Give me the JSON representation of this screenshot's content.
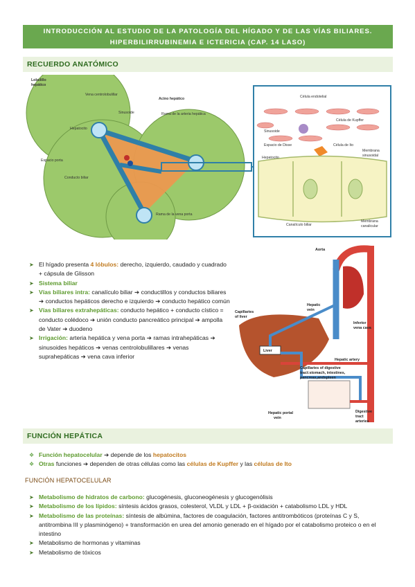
{
  "title": {
    "line1": "INTRODUCCIÓN AL ESTUDIO DE LA PATOLOGÍA DEL HÍGADO Y DE LAS VÍAS BILIARES.",
    "line2": "HIPERBILIRRUBINEMIA E ICTERICIA (CAP. 14 LASO)"
  },
  "section1": "RECUERDO ANATÓMICO",
  "fig1": {
    "lobulillo": "Lobulillo",
    "hepatico": "hepático",
    "vena_centro": "Vena centrolobulillar",
    "acino1": "Acino hepático",
    "acino2": "Rama de la arteria hepática",
    "sinusoide": "Sinusoide",
    "hepatocito": "Hepatocito",
    "espacio_porta": "Espacio porta",
    "conducto_biliar": "Conducto biliar",
    "rama_vena_porta": "Rama de la vena porta",
    "celula_endotelial": "Célula endotelial",
    "celula_kupffer": "Célula de Kupffer",
    "sinusoide2": "Sinusoide",
    "espacio_disse": "Espacio de Disse",
    "celula_ito": "Célula de Ito",
    "membrana1": "Membrana",
    "sinusoidal": "sinusoidal",
    "hepatocito2": "Hepatocito",
    "canaliculo": "Canalículo biliar",
    "membrana2": "Membrana",
    "canalicular": "canalicular"
  },
  "fig2": {
    "aorta": "Aorta",
    "hepatic_vein1": "Hepatic",
    "hepatic_vein2": "vein",
    "cap_liver1": "Capillaries",
    "cap_liver2": "of liver",
    "ivc1": "Inferior",
    "ivc2": "vena cava",
    "liver": "Liver",
    "hepatic_artery": "Hepatic artery",
    "cap_dig1": "Capillaries of digestive",
    "cap_dig2": "tract:stomach, intestines,",
    "cap_dig3": "pancreas,andspleen",
    "portal1": "Hepatic portal",
    "portal2": "vein",
    "dig1": "Digestive",
    "dig2": "tract",
    "dig3": "arteries"
  },
  "anat": [
    {
      "pre": "",
      "b": "",
      "t": "El hígado presenta "
    },
    {
      "b": "4 lóbulos:"
    }
  ],
  "anat_items": {
    "i1a": "El hígado presenta ",
    "i1b": "4 lóbulos:",
    "i1c": " derecho, izquierdo, caudado y cuadrado + cápsula de Glisson",
    "i2": "Sistema biliar",
    "i3a": "Vías biliares intra:",
    "i3b": " canalículo biliar ➔ conductillos y conductos biliares ➔ conductos hepáticos derecho e izquierdo ➔ conducto hepático común",
    "i4a": "Vías biliares extrahepáticas:",
    "i4b": " conducto hepático + conducto cístico = conducto colédoco ➔ unión conducto pancreático principal ➔ ampolla de Vater ➔ duodeno",
    "i5a": "Irrigación:",
    "i5b": " arteria hepática y vena porta ➔ ramas intrahepáticas ➔ sinusoides hepáticos ➔ venas centrolobulillares ➔ venas suprahepáticas ➔ vena cava inferior"
  },
  "section2": "FUNCIÓN HEPÁTICA",
  "func": {
    "f1a": "Función hepatocelular",
    "f1b": " ➔ depende de los ",
    "f1c": "hepatocitos",
    "f2a": "Otras",
    "f2b": " funciones ➔ dependen de otras células como las ",
    "f2c": "células de Kupffer",
    "f2d": " y las ",
    "f2e": "células de Ito"
  },
  "subheading": "FUNCIÓN HEPATOCELULAR",
  "hep": {
    "h1a": "Metabolismo de hidratos de carbono:",
    "h1b": " glucogénesis, gluconeogénesis y glucogenólisis",
    "h2a": "Metabolismo de los lípidos:",
    "h2b": " síntesis ácidos grasos, colesterol, VLDL y LDL + β-oxidación + catabolismo LDL y HDL",
    "h3a": "Metabolismo de las proteínas:",
    "h3b": " síntesis de albúmina, factores de coagulación, factores antitrombóticos (proteínas C y S, antitrombina III y plasminógeno) + transformación en urea del amonio generado en el hígado por el catabolismo proteico o en el intestino",
    "h4": "Metabolismo de hormonas y vitaminas",
    "h5": "Metabolismo de tóxicos"
  }
}
